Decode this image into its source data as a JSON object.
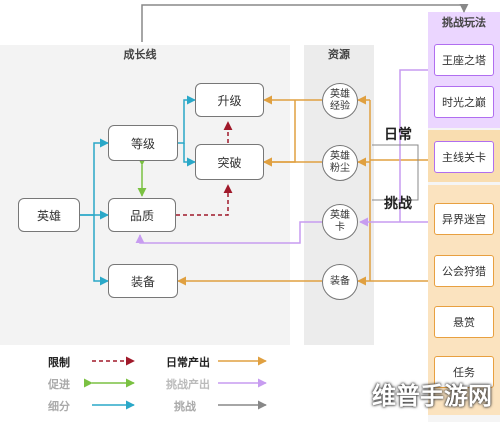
{
  "panels": {
    "growth_title": "成长线",
    "resource_title": "资源",
    "challenge_title": "挑战玩法"
  },
  "nodes": {
    "hero": "英雄",
    "level": "等级",
    "quality": "品质",
    "equipment": "装备",
    "upgrade": "升级",
    "breakthrough": "突破"
  },
  "resources": {
    "hero_exp": "英雄\n经验",
    "hero_dust": "英雄\n粉尘",
    "hero_card": "英雄\n卡",
    "equipment": "装备"
  },
  "labels": {
    "daily": "日常",
    "challenge": "挑战"
  },
  "challenges": [
    {
      "label": "王座之塔"
    },
    {
      "label": "时光之巅"
    },
    {
      "label": "主线关卡"
    },
    {
      "label": "异界迷宫"
    },
    {
      "label": "公会狩猎"
    },
    {
      "label": "悬赏"
    },
    {
      "label": "任务"
    }
  ],
  "legend": {
    "limit": "限制",
    "promote": "促进",
    "subdivide": "细分",
    "daily_output": "日常产出",
    "challenge_output": "挑战产出",
    "challenge": "挑战"
  },
  "colors": {
    "orange": "#e0a040",
    "purple": "#c79cf0",
    "teal": "#2aa8c8",
    "green": "#7ac142",
    "dark_red": "#a0192a",
    "gray": "#888888"
  },
  "watermark": "维普手游网"
}
